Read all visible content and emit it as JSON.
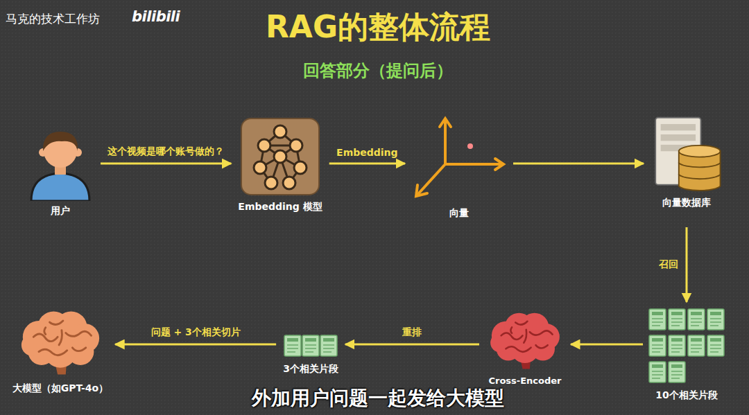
{
  "diagram": {
    "title": "RAG的整体流程",
    "caption": "外加用户问题一起发给大模型",
    "nodes": [
      {
        "text": [
          "用户"
        ]
      },
      {
        "text": [
          "Embedding 模型"
        ]
      },
      {
        "text": [
          "向量"
        ]
      },
      {
        "text": [
          "向量数据库"
        ]
      },
      {
        "text": [
          "10个相关片段"
        ]
      },
      {
        "text": [
          "Cross-Encoder"
        ]
      },
      {
        "text": [
          "3个相关片段"
        ]
      },
      {
        "text": [
          "大模型（如GPT-4o）"
        ]
      }
    ],
    "edges": [
      {
        "from": 0,
        "to": 1,
        "label": "这个视频是哪个账号做的？",
        "arrow": "to"
      },
      {
        "from": 1,
        "to": 2,
        "label": "Embedding",
        "arrow": "to"
      },
      {
        "from": 2,
        "to": 3,
        "arrow": "to"
      },
      {
        "from": 3,
        "to": 4,
        "label": "召回",
        "arrow": "to"
      },
      {
        "from": 4,
        "to": 5,
        "arrow": "to"
      },
      {
        "from": 5,
        "to": 6,
        "label": "重排",
        "arrow": "to"
      },
      {
        "from": 6,
        "to": 7,
        "label": "问题 + 3个相关切片",
        "arrow": "to"
      }
    ],
    "labels": [
      "马克的技术工作坊",
      "bilibili",
      "回答部分（提问后）"
    ]
  }
}
